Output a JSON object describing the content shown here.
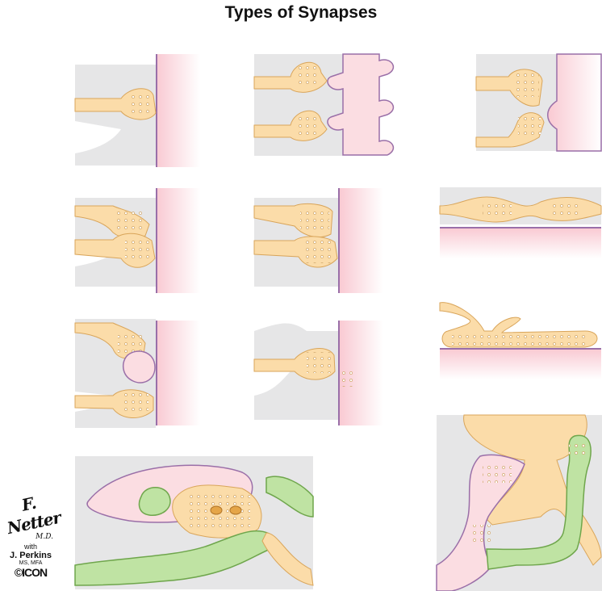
{
  "title": "Types of Synapses",
  "signature": {
    "artist": "F. Netter",
    "artist_degree": "M.D.",
    "with_label": "with",
    "coauthor": "J. Perkins",
    "coauthor_credentials": "MS, MFA",
    "publisher": "©ICON"
  },
  "colors": {
    "glia": "#e6e6e7",
    "axon": "#fbdca9",
    "axon_outline": "#d9a55a",
    "target": "#fbdde2",
    "target_outline": "#9a6fa8",
    "dendrite_green": "#bfe3a3",
    "green_outline": "#6fa64c"
  }
}
